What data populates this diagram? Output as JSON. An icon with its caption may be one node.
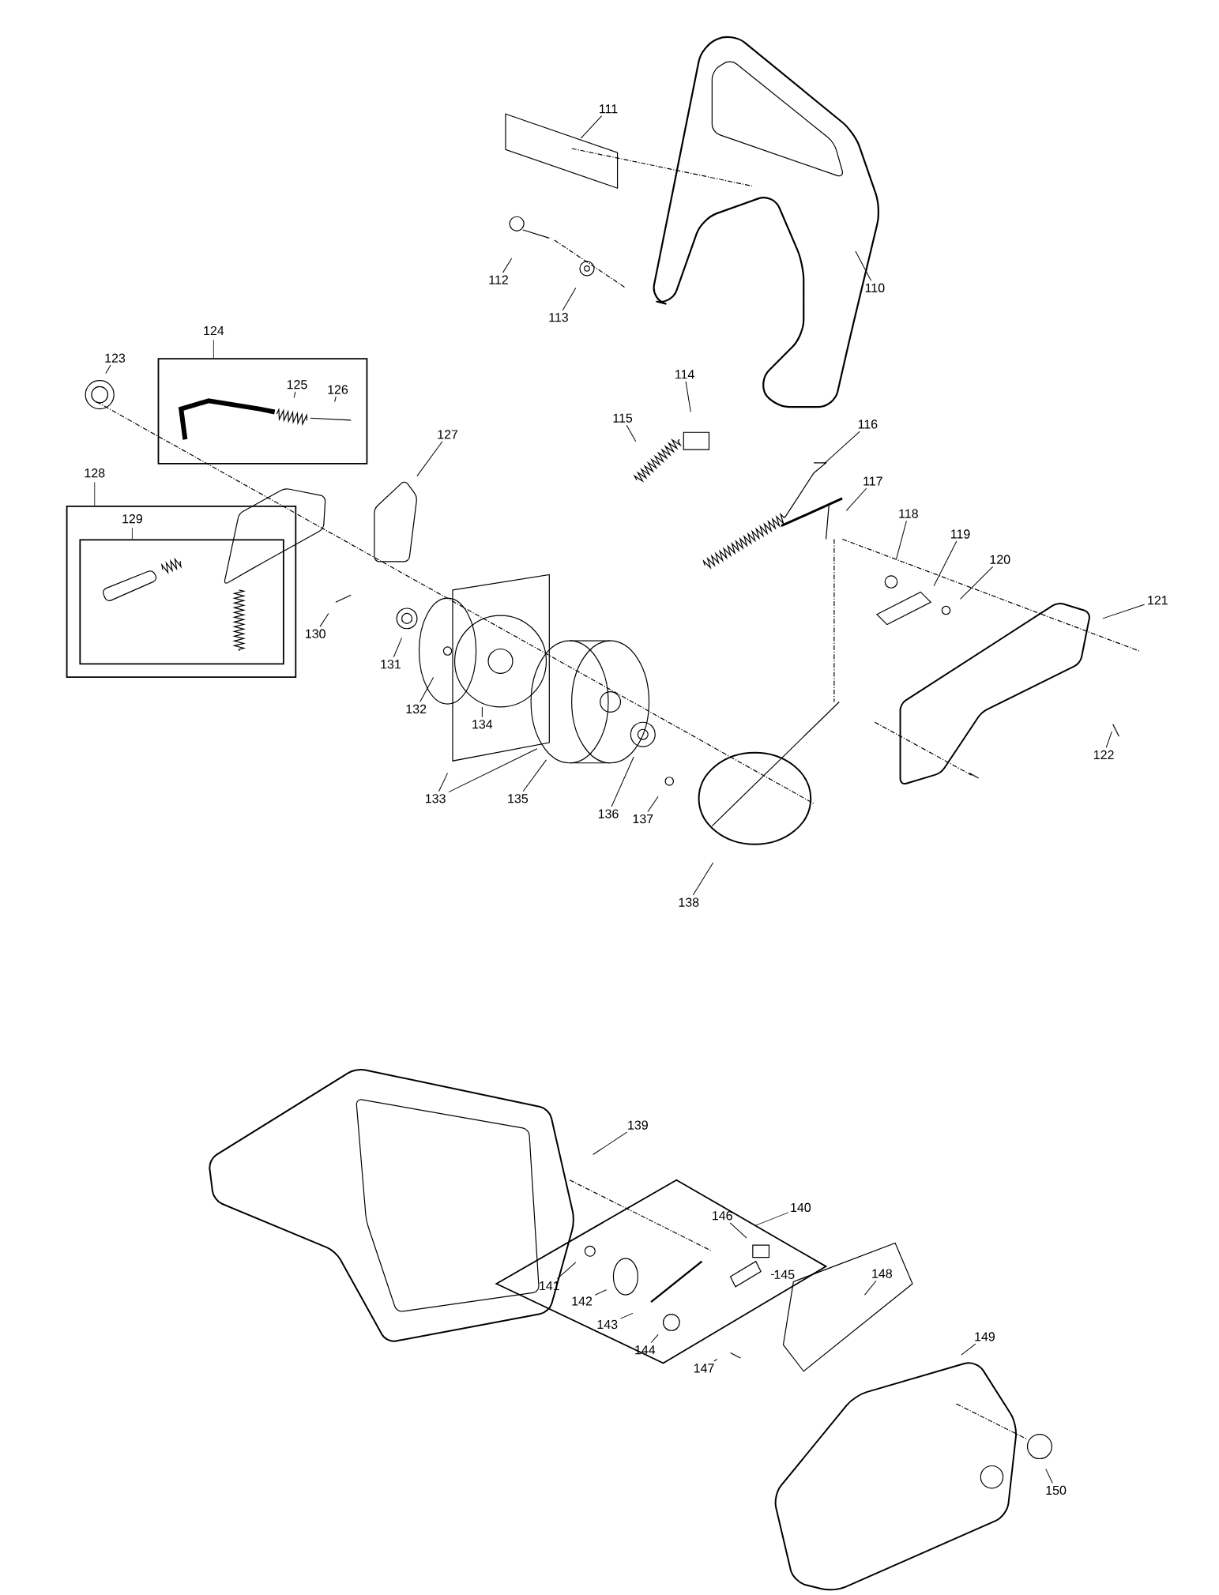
{
  "diagram": {
    "nodes": [
      {
        "text": [
          "110"
        ]
      },
      {
        "text": [
          "111"
        ]
      },
      {
        "text": [
          "112"
        ]
      },
      {
        "text": [
          "113"
        ]
      },
      {
        "text": [
          "114"
        ]
      },
      {
        "text": [
          "115"
        ]
      },
      {
        "text": [
          "116"
        ]
      },
      {
        "text": [
          "117"
        ]
      },
      {
        "text": [
          "118"
        ]
      },
      {
        "text": [
          "119"
        ]
      },
      {
        "text": [
          "120"
        ]
      },
      {
        "text": [
          "121"
        ]
      },
      {
        "text": [
          "122"
        ]
      },
      {
        "text": [
          "123"
        ]
      },
      {
        "text": [
          "124"
        ]
      },
      {
        "text": [
          "125"
        ],
        "in": 14
      },
      {
        "text": [
          "126"
        ],
        "in": 14
      },
      {
        "text": [
          "127"
        ]
      },
      {
        "text": [
          "128"
        ]
      },
      {
        "text": [
          "129"
        ],
        "in": 18
      },
      {
        "text": [
          "130"
        ]
      },
      {
        "text": [
          "131"
        ]
      },
      {
        "text": [
          "132"
        ]
      },
      {
        "text": [
          "133"
        ]
      },
      {
        "text": [
          "134"
        ]
      },
      {
        "text": [
          "135"
        ]
      },
      {
        "text": [
          "136"
        ]
      },
      {
        "text": [
          "137"
        ]
      },
      {
        "text": [
          "138"
        ]
      },
      {
        "text": [
          "139"
        ]
      },
      {
        "text": [
          "140"
        ]
      },
      {
        "text": [
          "141"
        ],
        "in": 30
      },
      {
        "text": [
          "142"
        ],
        "in": 30
      },
      {
        "text": [
          "143"
        ],
        "in": 30
      },
      {
        "text": [
          "144"
        ],
        "in": 30
      },
      {
        "text": [
          "145"
        ],
        "in": 30
      },
      {
        "text": [
          "146"
        ],
        "in": 30
      },
      {
        "text": [
          "147"
        ]
      },
      {
        "text": [
          "148"
        ]
      },
      {
        "text": [
          "149"
        ]
      },
      {
        "text": [
          "150"
        ]
      }
    ],
    "edges": [
      {
        "from": 0,
        "to": null,
        "arrow": "none"
      },
      {
        "from": 1,
        "to": null,
        "arrow": "none"
      },
      {
        "from": 2,
        "to": null,
        "arrow": "none"
      },
      {
        "from": 3,
        "to": null,
        "arrow": "none"
      },
      {
        "from": 4,
        "to": null,
        "arrow": "none"
      },
      {
        "from": 5,
        "to": null,
        "arrow": "none"
      },
      {
        "from": 6,
        "to": null,
        "arrow": "none"
      },
      {
        "from": 7,
        "to": null,
        "arrow": "none"
      },
      {
        "from": 8,
        "to": null,
        "arrow": "none"
      },
      {
        "from": 9,
        "to": null,
        "arrow": "none"
      },
      {
        "from": 10,
        "to": null,
        "arrow": "none"
      },
      {
        "from": 11,
        "to": null,
        "arrow": "none"
      },
      {
        "from": 12,
        "to": null,
        "arrow": "none"
      },
      {
        "from": 13,
        "to": null,
        "arrow": "none"
      },
      {
        "from": 15,
        "to": null,
        "arrow": "none"
      },
      {
        "from": 16,
        "to": null,
        "arrow": "none"
      },
      {
        "from": 17,
        "to": null,
        "arrow": "none"
      },
      {
        "from": 20,
        "to": null,
        "arrow": "none"
      },
      {
        "from": 21,
        "to": null,
        "arrow": "none"
      },
      {
        "from": 22,
        "to": null,
        "arrow": "none"
      },
      {
        "from": 23,
        "to": null,
        "arrow": "none"
      },
      {
        "from": 23,
        "to": null,
        "arrow": "none"
      },
      {
        "from": 24,
        "to": null,
        "arrow": "none"
      },
      {
        "from": 25,
        "to": null,
        "arrow": "none"
      },
      {
        "from": 26,
        "to": null,
        "arrow": "none"
      },
      {
        "from": 27,
        "to": null,
        "arrow": "none"
      },
      {
        "from": 28,
        "to": null,
        "arrow": "none"
      },
      {
        "from": 29,
        "to": null,
        "arrow": "none"
      },
      {
        "from": 31,
        "to": null,
        "arrow": "none"
      },
      {
        "from": 32,
        "to": null,
        "arrow": "none"
      },
      {
        "from": 33,
        "to": null,
        "arrow": "none"
      },
      {
        "from": 34,
        "to": null,
        "arrow": "none"
      },
      {
        "from": 35,
        "to": null,
        "arrow": "none"
      },
      {
        "from": 36,
        "to": null,
        "arrow": "none"
      },
      {
        "from": 37,
        "to": null,
        "arrow": "none"
      },
      {
        "from": 38,
        "to": null,
        "arrow": "none"
      },
      {
        "from": 39,
        "to": null,
        "arrow": "none"
      },
      {
        "from": 40,
        "to": null,
        "arrow": "none"
      }
    ]
  }
}
